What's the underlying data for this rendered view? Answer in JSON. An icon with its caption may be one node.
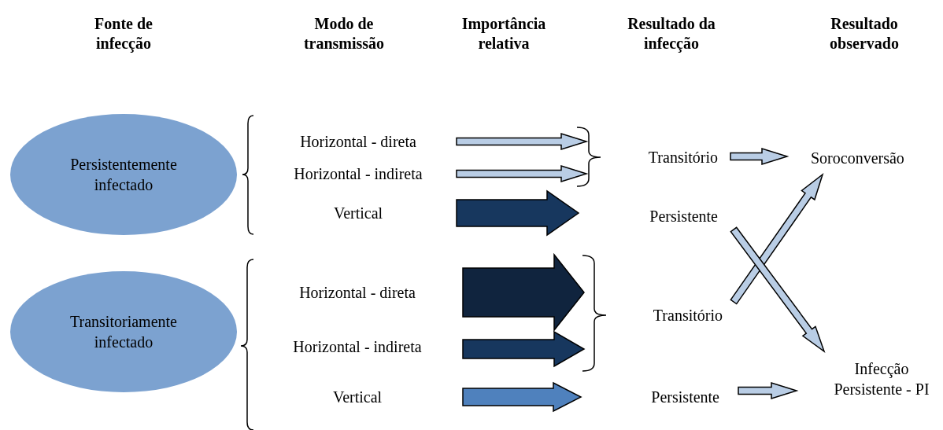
{
  "diagram": {
    "nodes": [
      {
        "text": [
          "Persistentemente infectado"
        ]
      },
      {
        "text": [
          "Transitoriamente infectado"
        ]
      },
      {
        "text": [
          "Horizontal - direta"
        ]
      },
      {
        "text": [
          "Horizontal - indireta"
        ]
      },
      {
        "text": [
          "Vertical"
        ]
      },
      {
        "text": [
          "Horizontal - direta"
        ]
      },
      {
        "text": [
          "Horizontal - indireta"
        ]
      },
      {
        "text": [
          "Vertical"
        ]
      },
      {
        "text": [
          "Transitório"
        ]
      },
      {
        "text": [
          "Persistente"
        ]
      },
      {
        "text": [
          "Transitório"
        ]
      },
      {
        "text": [
          "Persistente"
        ]
      },
      {
        "text": [
          "Soroconversão"
        ]
      },
      {
        "text": [
          "Infecção Persistente - PI"
        ]
      }
    ],
    "edges": [
      {
        "from": 2,
        "to": 8,
        "arrow": "to"
      },
      {
        "from": 3,
        "to": 8,
        "arrow": "to"
      },
      {
        "from": 4,
        "to": 9,
        "arrow": "to",
        "style": "thick",
        "color": "#17375e"
      },
      {
        "from": 5,
        "to": 10,
        "arrow": "to",
        "style": "thick",
        "color": "#10243e"
      },
      {
        "from": 6,
        "to": 10,
        "arrow": "to",
        "style": "thick",
        "color": "#17375e"
      },
      {
        "from": 7,
        "to": 11,
        "arrow": "to",
        "style": "thick",
        "color": "#4f81bd"
      },
      {
        "from": 8,
        "to": 12,
        "arrow": "to"
      },
      {
        "from": 10,
        "to": 12,
        "arrow": "to"
      },
      {
        "from": 9,
        "to": 13,
        "arrow": "to"
      },
      {
        "from": 11,
        "to": 13,
        "arrow": "to"
      }
    ],
    "labels": [
      "Fonte de infecção",
      "Modo de transmissão",
      "Importância relativa",
      "Resultado da infecção",
      "Resultado observado"
    ]
  }
}
